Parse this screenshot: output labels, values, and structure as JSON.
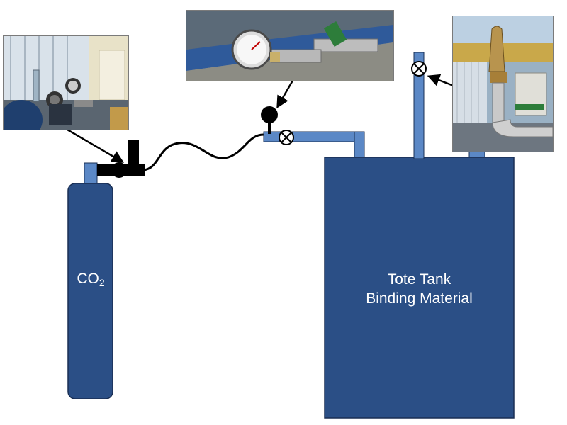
{
  "cylinder": {
    "label_main": "CO",
    "label_subscript": "2"
  },
  "tank": {
    "line1": "Tote Tank",
    "line2": "Binding Material"
  },
  "colors": {
    "fill": "#2b4f86",
    "pipe": "#5b88c6",
    "outline": "#1a2f54",
    "line": "#000000"
  },
  "photos": [
    {
      "depicts": "CO2 regulator with flowmeter"
    },
    {
      "depicts": "pressure gauge on pipe"
    },
    {
      "depicts": "pressure relief valve on tank"
    }
  ]
}
